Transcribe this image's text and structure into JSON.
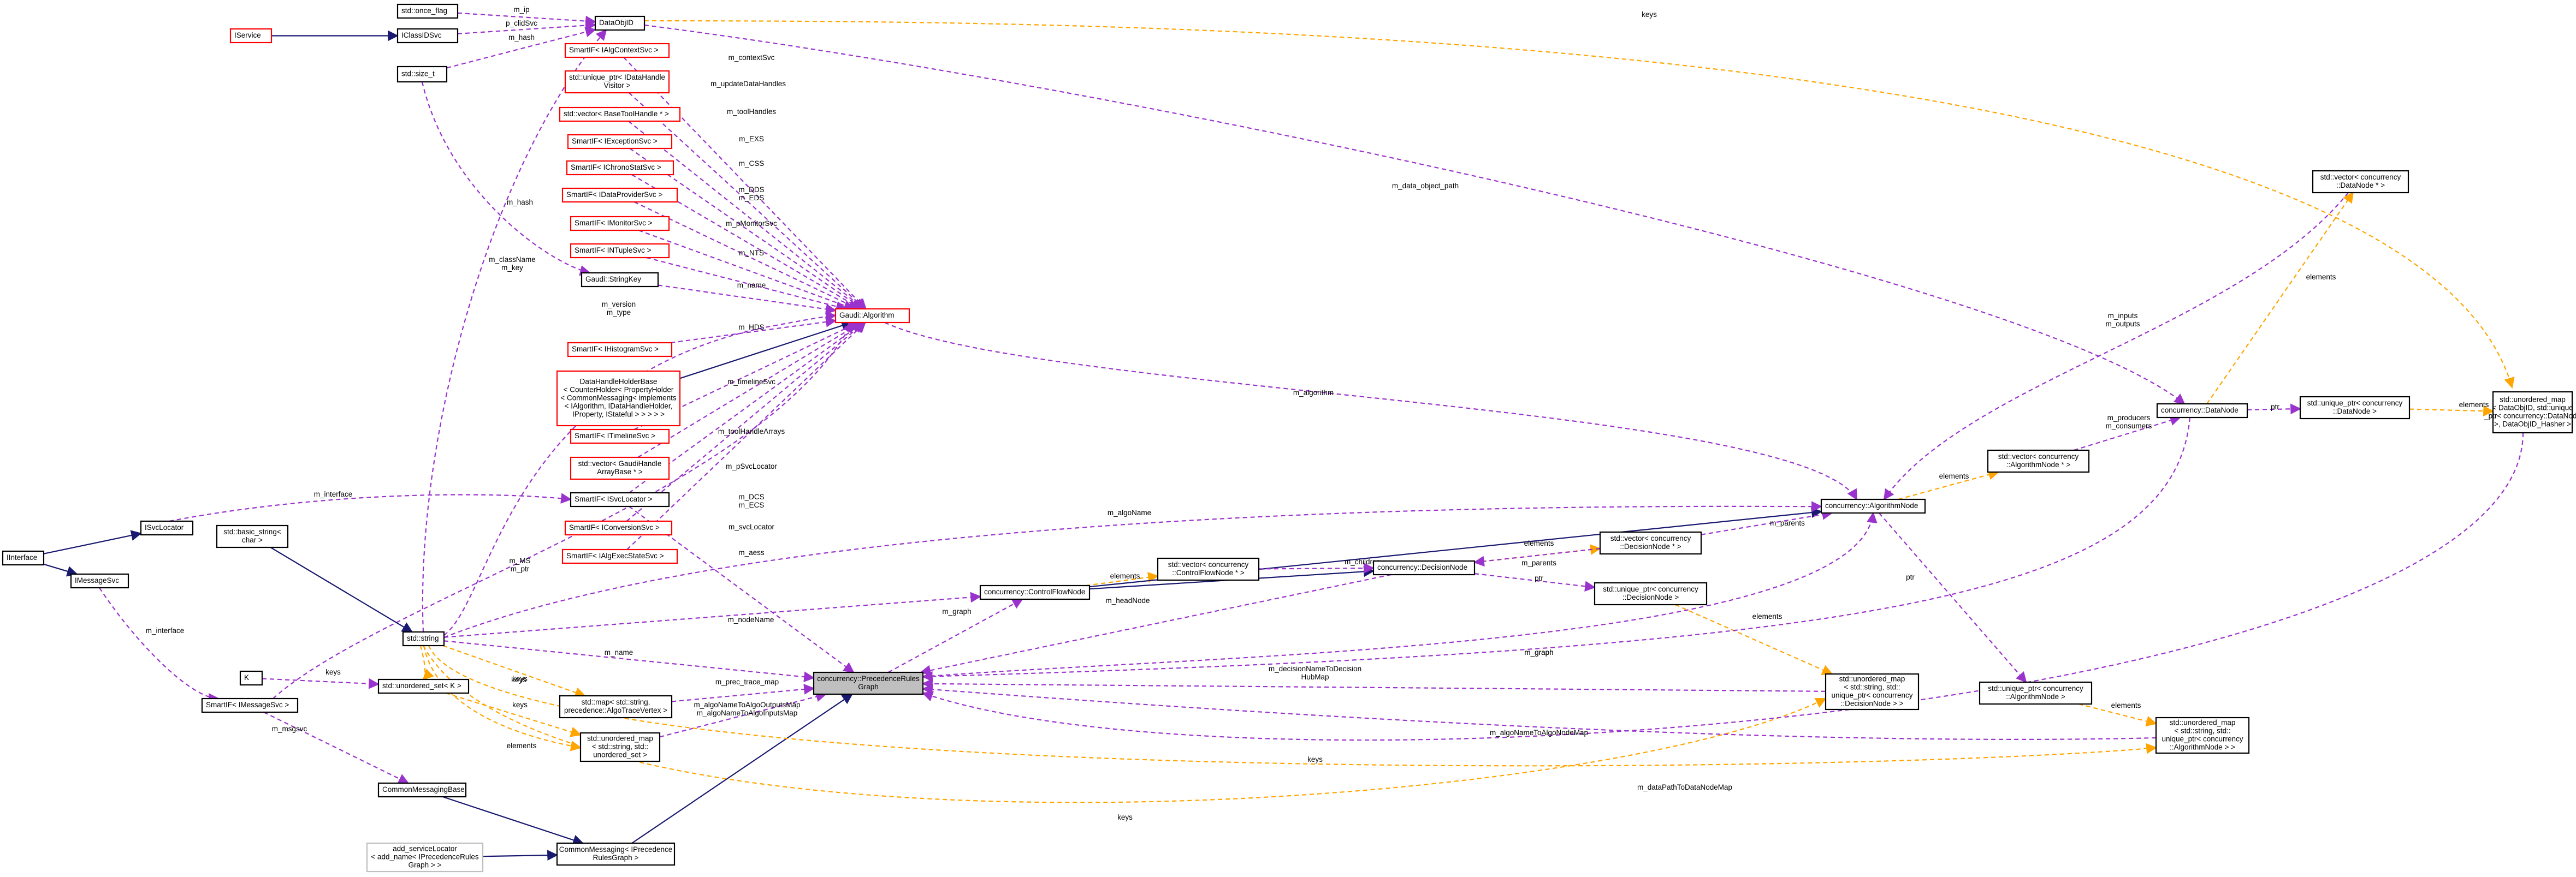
{
  "colors": {
    "composition": "#9a32cd",
    "inheritance": "#191970",
    "template": "#ffa500",
    "node_border_normal": "#000000",
    "node_border_truncated": "#ff0000",
    "node_focus_fill": "#bfbfbf"
  },
  "nodes": [
    {
      "id": "once_flag",
      "lines": [
        "std::once_flag"
      ]
    },
    {
      "id": "DataObjID",
      "lines": [
        "DataObjID"
      ]
    },
    {
      "id": "IService",
      "lines": [
        "IService"
      ],
      "truncated": true
    },
    {
      "id": "IClassIDSvc",
      "lines": [
        "IClassIDSvc"
      ]
    },
    {
      "id": "size_t",
      "lines": [
        "std::size_t"
      ]
    },
    {
      "id": "SmartIF_IAlgContextSvc",
      "lines": [
        "SmartIF< IAlgContextSvc >"
      ],
      "truncated": true
    },
    {
      "id": "unique_ptr_DataHandleVisitor",
      "lines": [
        "std::unique_ptr< IDataHandle",
        "Visitor >"
      ],
      "truncated": true
    },
    {
      "id": "vector_BaseToolHandle",
      "lines": [
        "std::vector< BaseToolHandle * >"
      ],
      "truncated": true
    },
    {
      "id": "SmartIF_IExceptionSvc",
      "lines": [
        "SmartIF< IExceptionSvc >"
      ],
      "truncated": true
    },
    {
      "id": "SmartIF_IChronoStatSvc",
      "lines": [
        "SmartIF< IChronoStatSvc >"
      ],
      "truncated": true
    },
    {
      "id": "SmartIF_IDataProviderSvc",
      "lines": [
        "SmartIF< IDataProviderSvc >"
      ],
      "truncated": true
    },
    {
      "id": "SmartIF_IMonitorSvc",
      "lines": [
        "SmartIF< IMonitorSvc >"
      ],
      "truncated": true
    },
    {
      "id": "SmartIF_INTupleSvc",
      "lines": [
        "SmartIF< INTupleSvc >"
      ],
      "truncated": true
    },
    {
      "id": "StringKey",
      "lines": [
        "Gaudi::StringKey"
      ]
    },
    {
      "id": "Algorithm",
      "lines": [
        "Gaudi::Algorithm"
      ],
      "truncated": true
    },
    {
      "id": "SmartIF_IHistogramSvc",
      "lines": [
        "SmartIF< IHistogramSvc >"
      ],
      "truncated": true
    },
    {
      "id": "DataHandleHolderBase",
      "lines": [
        "DataHandleHolderBase",
        "< CounterHolder< PropertyHolder",
        "< CommonMessaging< implements",
        "< IAlgorithm, IDataHandleHolder,",
        "IProperty, IStateful > > > > >"
      ],
      "truncated": true
    },
    {
      "id": "SmartIF_ITimelineSvc",
      "lines": [
        "SmartIF< ITimelineSvc >"
      ],
      "truncated": true
    },
    {
      "id": "vector_GaudiHandleArrayBase",
      "lines": [
        "std::vector< GaudiHandle",
        "ArrayBase * >"
      ],
      "truncated": true
    },
    {
      "id": "SmartIF_ISvcLocator",
      "lines": [
        "SmartIF< ISvcLocator >"
      ]
    },
    {
      "id": "SmartIF_IConversionSvc",
      "lines": [
        "SmartIF< IConversionSvc >"
      ],
      "truncated": true
    },
    {
      "id": "SmartIF_IAlgExecStateSvc",
      "lines": [
        "SmartIF< IAlgExecStateSvc >"
      ],
      "truncated": true
    },
    {
      "id": "ISvcLocator",
      "lines": [
        "ISvcLocator"
      ]
    },
    {
      "id": "Interface",
      "lines": [
        "IInterface"
      ]
    },
    {
      "id": "IMessageSvc",
      "lines": [
        "IMessageSvc"
      ]
    },
    {
      "id": "basic_string",
      "lines": [
        "std::basic_string<",
        "char >"
      ]
    },
    {
      "id": "string",
      "lines": [
        "std::string"
      ]
    },
    {
      "id": "K",
      "lines": [
        "K"
      ]
    },
    {
      "id": "unordered_set_K",
      "lines": [
        "std::unordered_set< K >"
      ]
    },
    {
      "id": "SmartIF_IMessageSvc",
      "lines": [
        "SmartIF< IMessageSvc >"
      ]
    },
    {
      "id": "CommonMessagingBase",
      "lines": [
        "CommonMessagingBase"
      ]
    },
    {
      "id": "add_serviceLocator",
      "lines": [
        "add_serviceLocator",
        "< add_name< IPrecedenceRules",
        "Graph > >"
      ],
      "dimmed": true
    },
    {
      "id": "map_AlgoTraceVertex",
      "lines": [
        "std::map< std::string,",
        "precedence::AlgoTraceVertex >"
      ]
    },
    {
      "id": "unordered_map_string_set",
      "lines": [
        "std::unordered_map",
        "< std::string, std::",
        "unordered_set >"
      ]
    },
    {
      "id": "CommonMessaging_IPRG",
      "lines": [
        "CommonMessaging< IPrecedence",
        "RulesGraph >"
      ]
    },
    {
      "id": "PrecedenceRulesGraph",
      "lines": [
        "concurrency::PrecedenceRules",
        "Graph"
      ],
      "focus": true
    },
    {
      "id": "ControlFlowNode",
      "lines": [
        "concurrency::ControlFlowNode"
      ]
    },
    {
      "id": "vector_ControlFlowNode",
      "lines": [
        "std::vector< concurrency",
        "::ControlFlowNode * >"
      ]
    },
    {
      "id": "DecisionNode",
      "lines": [
        "concurrency::DecisionNode"
      ]
    },
    {
      "id": "vector_DecisionNode",
      "lines": [
        "std::vector< concurrency",
        "::DecisionNode * >"
      ]
    },
    {
      "id": "unique_ptr_DecisionNode",
      "lines": [
        "std::unique_ptr< concurrency",
        "::DecisionNode >"
      ]
    },
    {
      "id": "unordered_map_DecisionNode",
      "lines": [
        "std::unordered_map",
        "< std::string, std::",
        "unique_ptr< concurrency",
        "::DecisionNode > >"
      ]
    },
    {
      "id": "AlgorithmNode",
      "lines": [
        "concurrency::AlgorithmNode"
      ]
    },
    {
      "id": "vector_AlgorithmNode",
      "lines": [
        "std::vector< concurrency",
        "::AlgorithmNode * >"
      ]
    },
    {
      "id": "unique_ptr_AlgorithmNode",
      "lines": [
        "std::unique_ptr< concurrency",
        "::AlgorithmNode >"
      ]
    },
    {
      "id": "unordered_map_AlgorithmNode",
      "lines": [
        "std::unordered_map",
        "< std::string, std::",
        "unique_ptr< concurrency",
        "::AlgorithmNode > >"
      ]
    },
    {
      "id": "DataNode",
      "lines": [
        "concurrency::DataNode"
      ]
    },
    {
      "id": "vector_DataNode",
      "lines": [
        "std::vector< concurrency",
        "::DataNode * >"
      ]
    },
    {
      "id": "unique_ptr_DataNode",
      "lines": [
        "std::unique_ptr< concurrency",
        "::DataNode >"
      ]
    },
    {
      "id": "unordered_map_DataObjID",
      "lines": [
        "std::unordered_map",
        "< DataObjID, std::unique",
        "_ptr< concurrency::DataNode",
        " >, DataObjID_Hasher >"
      ]
    }
  ],
  "edges": [
    {
      "from": "once_flag",
      "to": "DataObjID",
      "type": "composition",
      "label": [
        "m_ip"
      ]
    },
    {
      "from": "IService",
      "to": "IClassIDSvc",
      "type": "inheritance"
    },
    {
      "from": "IClassIDSvc",
      "to": "DataObjID",
      "type": "composition",
      "label": [
        "p_clidSvc"
      ]
    },
    {
      "from": "size_t",
      "to": "DataObjID",
      "type": "composition",
      "label": [
        "m_hash"
      ]
    },
    {
      "from": "size_t",
      "to": "StringKey",
      "type": "composition",
      "label": [
        "m_hash"
      ]
    },
    {
      "from": "string",
      "to": "DataObjID",
      "type": "composition",
      "label": [
        "m_className",
        "m_key"
      ]
    },
    {
      "from": "SmartIF_IAlgContextSvc",
      "to": "Algorithm",
      "type": "composition",
      "label": [
        "m_contextSvc"
      ]
    },
    {
      "from": "unique_ptr_DataHandleVisitor",
      "to": "Algorithm",
      "type": "composition",
      "label": [
        "m_updateDataHandles"
      ]
    },
    {
      "from": "vector_BaseToolHandle",
      "to": "Algorithm",
      "type": "composition",
      "label": [
        "m_toolHandles"
      ]
    },
    {
      "from": "SmartIF_IExceptionSvc",
      "to": "Algorithm",
      "type": "composition",
      "label": [
        "m_EXS"
      ]
    },
    {
      "from": "SmartIF_IChronoStatSvc",
      "to": "Algorithm",
      "type": "composition",
      "label": [
        "m_CSS"
      ]
    },
    {
      "from": "SmartIF_IDataProviderSvc",
      "to": "Algorithm",
      "type": "composition",
      "label": [
        "m_DDS",
        "m_EDS"
      ]
    },
    {
      "from": "SmartIF_IMonitorSvc",
      "to": "Algorithm",
      "type": "composition",
      "label": [
        "m_pMonitorSvc"
      ]
    },
    {
      "from": "SmartIF_INTupleSvc",
      "to": "Algorithm",
      "type": "composition",
      "label": [
        "m_NTS"
      ]
    },
    {
      "from": "StringKey",
      "to": "Algorithm",
      "type": "composition",
      "label": [
        "m_name"
      ]
    },
    {
      "from": "string",
      "to": "Algorithm",
      "type": "composition",
      "label": [
        "m_version",
        "m_type"
      ]
    },
    {
      "from": "SmartIF_IHistogramSvc",
      "to": "Algorithm",
      "type": "composition",
      "label": [
        "m_HDS"
      ]
    },
    {
      "from": "DataHandleHolderBase",
      "to": "Algorithm",
      "type": "inheritance"
    },
    {
      "from": "SmartIF_ITimelineSvc",
      "to": "Algorithm",
      "type": "composition",
      "label": [
        "m_timelineSvc"
      ]
    },
    {
      "from": "vector_GaudiHandleArrayBase",
      "to": "Algorithm",
      "type": "composition",
      "label": [
        "m_toolHandleArrays"
      ]
    },
    {
      "from": "SmartIF_ISvcLocator",
      "to": "Algorithm",
      "type": "composition",
      "label": [
        "m_pSvcLocator"
      ]
    },
    {
      "from": "SmartIF_IConversionSvc",
      "to": "Algorithm",
      "type": "composition",
      "label": [
        "m_DCS",
        "m_ECS"
      ]
    },
    {
      "from": "SmartIF_IAlgExecStateSvc",
      "to": "Algorithm",
      "type": "composition",
      "label": [
        "m_aess"
      ]
    },
    {
      "from": "SmartIF_IMessageSvc",
      "to": "Algorithm",
      "type": "composition",
      "label": [
        "m_MS",
        "m_ptr"
      ]
    },
    {
      "from": "ISvcLocator",
      "to": "SmartIF_ISvcLocator",
      "type": "composition",
      "label": [
        "m_interface"
      ]
    },
    {
      "from": "Interface",
      "to": "ISvcLocator",
      "type": "inheritance"
    },
    {
      "from": "Interface",
      "to": "IMessageSvc",
      "type": "inheritance"
    },
    {
      "from": "IMessageSvc",
      "to": "SmartIF_IMessageSvc",
      "type": "composition",
      "label": [
        "m_interface"
      ]
    },
    {
      "from": "basic_string",
      "to": "string",
      "type": "inheritance"
    },
    {
      "from": "K",
      "to": "unordered_set_K",
      "type": "composition",
      "label": [
        "keys"
      ]
    },
    {
      "from": "string",
      "to": "unordered_set_K",
      "type": "template",
      "label": [
        "keys"
      ]
    },
    {
      "from": "unordered_set_K",
      "to": "unordered_map_string_set",
      "type": "template",
      "label": [
        "elements"
      ]
    },
    {
      "from": "string",
      "to": "map_AlgoTraceVertex",
      "type": "template",
      "label": [
        "keys"
      ]
    },
    {
      "from": "string",
      "to": "unordered_map_string_set",
      "type": "template",
      "label": [
        "keys"
      ]
    },
    {
      "from": "SmartIF_IMessageSvc",
      "to": "CommonMessagingBase",
      "type": "composition",
      "label": [
        "m_msgsvc"
      ]
    },
    {
      "from": "CommonMessagingBase",
      "to": "CommonMessaging_IPRG",
      "type": "inheritance"
    },
    {
      "from": "add_serviceLocator",
      "to": "CommonMessaging_IPRG",
      "type": "inheritance"
    },
    {
      "from": "CommonMessaging_IPRG",
      "to": "PrecedenceRulesGraph",
      "type": "inheritance"
    },
    {
      "from": "SmartIF_ISvcLocator",
      "to": "PrecedenceRulesGraph",
      "type": "composition",
      "label": [
        "m_svcLocator"
      ]
    },
    {
      "from": "string",
      "to": "PrecedenceRulesGraph",
      "type": "composition",
      "label": [
        "m_name"
      ]
    },
    {
      "from": "map_AlgoTraceVertex",
      "to": "PrecedenceRulesGraph",
      "type": "composition",
      "label": [
        "m_prec_trace_map"
      ]
    },
    {
      "from": "unordered_map_string_set",
      "to": "PrecedenceRulesGraph",
      "type": "composition",
      "label": [
        "m_algoNameToAlgoOutputsMap",
        "m_algoNameToAlgoInputsMap"
      ]
    },
    {
      "from": "PrecedenceRulesGraph",
      "to": "ControlFlowNode",
      "type": "composition",
      "label": [
        "m_graph"
      ]
    },
    {
      "from": "PrecedenceRulesGraph",
      "to": "AlgorithmNode",
      "type": "composition",
      "label": [
        "m_graph"
      ]
    },
    {
      "from": "string",
      "to": "ControlFlowNode",
      "type": "composition",
      "label": [
        "m_nodeName"
      ]
    },
    {
      "from": "ControlFlowNode",
      "to": "vector_ControlFlowNode",
      "type": "template",
      "label": [
        "elements"
      ]
    },
    {
      "from": "ControlFlowNode",
      "to": "DecisionNode",
      "type": "inheritance"
    },
    {
      "from": "ControlFlowNode",
      "to": "AlgorithmNode",
      "type": "inheritance"
    },
    {
      "from": "vector_ControlFlowNode",
      "to": "DecisionNode",
      "type": "composition",
      "label": [
        "m_children"
      ]
    },
    {
      "from": "DecisionNode",
      "to": "PrecedenceRulesGraph",
      "type": "composition",
      "label": [
        "m_headNode"
      ]
    },
    {
      "from": "DecisionNode",
      "to": "vector_DecisionNode",
      "type": "template",
      "label": [
        "elements"
      ]
    },
    {
      "from": "vector_DecisionNode",
      "to": "DecisionNode",
      "type": "composition",
      "label": [
        "m_parents"
      ]
    },
    {
      "from": "vector_DecisionNode",
      "to": "AlgorithmNode",
      "type": "composition",
      "label": [
        "m_parents"
      ]
    },
    {
      "from": "DecisionNode",
      "to": "unique_ptr_DecisionNode",
      "type": "composition",
      "label": [
        "ptr"
      ]
    },
    {
      "from": "unique_ptr_DecisionNode",
      "to": "unordered_map_DecisionNode",
      "type": "template",
      "label": [
        "elements"
      ]
    },
    {
      "from": "unordered_map_DecisionNode",
      "to": "PrecedenceRulesGraph",
      "type": "composition",
      "label": [
        "m_decisionNameToDecision",
        "HubMap"
      ]
    },
    {
      "from": "string",
      "to": "unordered_map_DecisionNode",
      "type": "template",
      "label": [
        "keys"
      ]
    },
    {
      "from": "Algorithm",
      "to": "AlgorithmNode",
      "type": "composition",
      "label": [
        "m_algorithm"
      ]
    },
    {
      "from": "string",
      "to": "AlgorithmNode",
      "type": "composition",
      "label": [
        "m_algoName"
      ]
    },
    {
      "from": "AlgorithmNode",
      "to": "vector_AlgorithmNode",
      "type": "template",
      "label": [
        "elements"
      ]
    },
    {
      "from": "AlgorithmNode",
      "to": "unique_ptr_AlgorithmNode",
      "type": "composition",
      "label": [
        "ptr"
      ]
    },
    {
      "from": "unique_ptr_AlgorithmNode",
      "to": "unordered_map_AlgorithmNode",
      "type": "template",
      "label": [
        "elements"
      ]
    },
    {
      "from": "unordered_map_AlgorithmNode",
      "to": "PrecedenceRulesGraph",
      "type": "composition",
      "label": [
        "m_algoNameToAlgoNodeMap"
      ]
    },
    {
      "from": "string",
      "to": "unordered_map_AlgorithmNode",
      "type": "template",
      "label": [
        "keys"
      ]
    },
    {
      "from": "vector_DataNode",
      "to": "AlgorithmNode",
      "type": "composition",
      "label": [
        "m_inputs",
        "m_outputs"
      ]
    },
    {
      "from": "DataNode",
      "to": "vector_DataNode",
      "type": "template",
      "label": [
        "elements"
      ]
    },
    {
      "from": "vector_AlgorithmNode",
      "to": "DataNode",
      "type": "composition",
      "label": [
        "m_producers",
        "m_consumers"
      ]
    },
    {
      "from": "DataNode",
      "to": "PrecedenceRulesGraph",
      "type": "composition",
      "label": [
        "m_graph"
      ]
    },
    {
      "from": "DataObjID",
      "to": "DataNode",
      "type": "composition",
      "label": [
        "m_data_object_path"
      ]
    },
    {
      "from": "DataNode",
      "to": "unique_ptr_DataNode",
      "type": "composition",
      "label": [
        "ptr"
      ]
    },
    {
      "from": "unique_ptr_DataNode",
      "to": "unordered_map_DataObjID",
      "type": "template",
      "label": [
        "elements"
      ]
    },
    {
      "from": "DataObjID",
      "to": "unordered_map_DataObjID",
      "type": "template",
      "label": [
        "keys"
      ]
    },
    {
      "from": "unordered_map_DataObjID",
      "to": "PrecedenceRulesGraph",
      "type": "composition",
      "label": [
        "m_dataPathToDataNodeMap"
      ]
    }
  ]
}
